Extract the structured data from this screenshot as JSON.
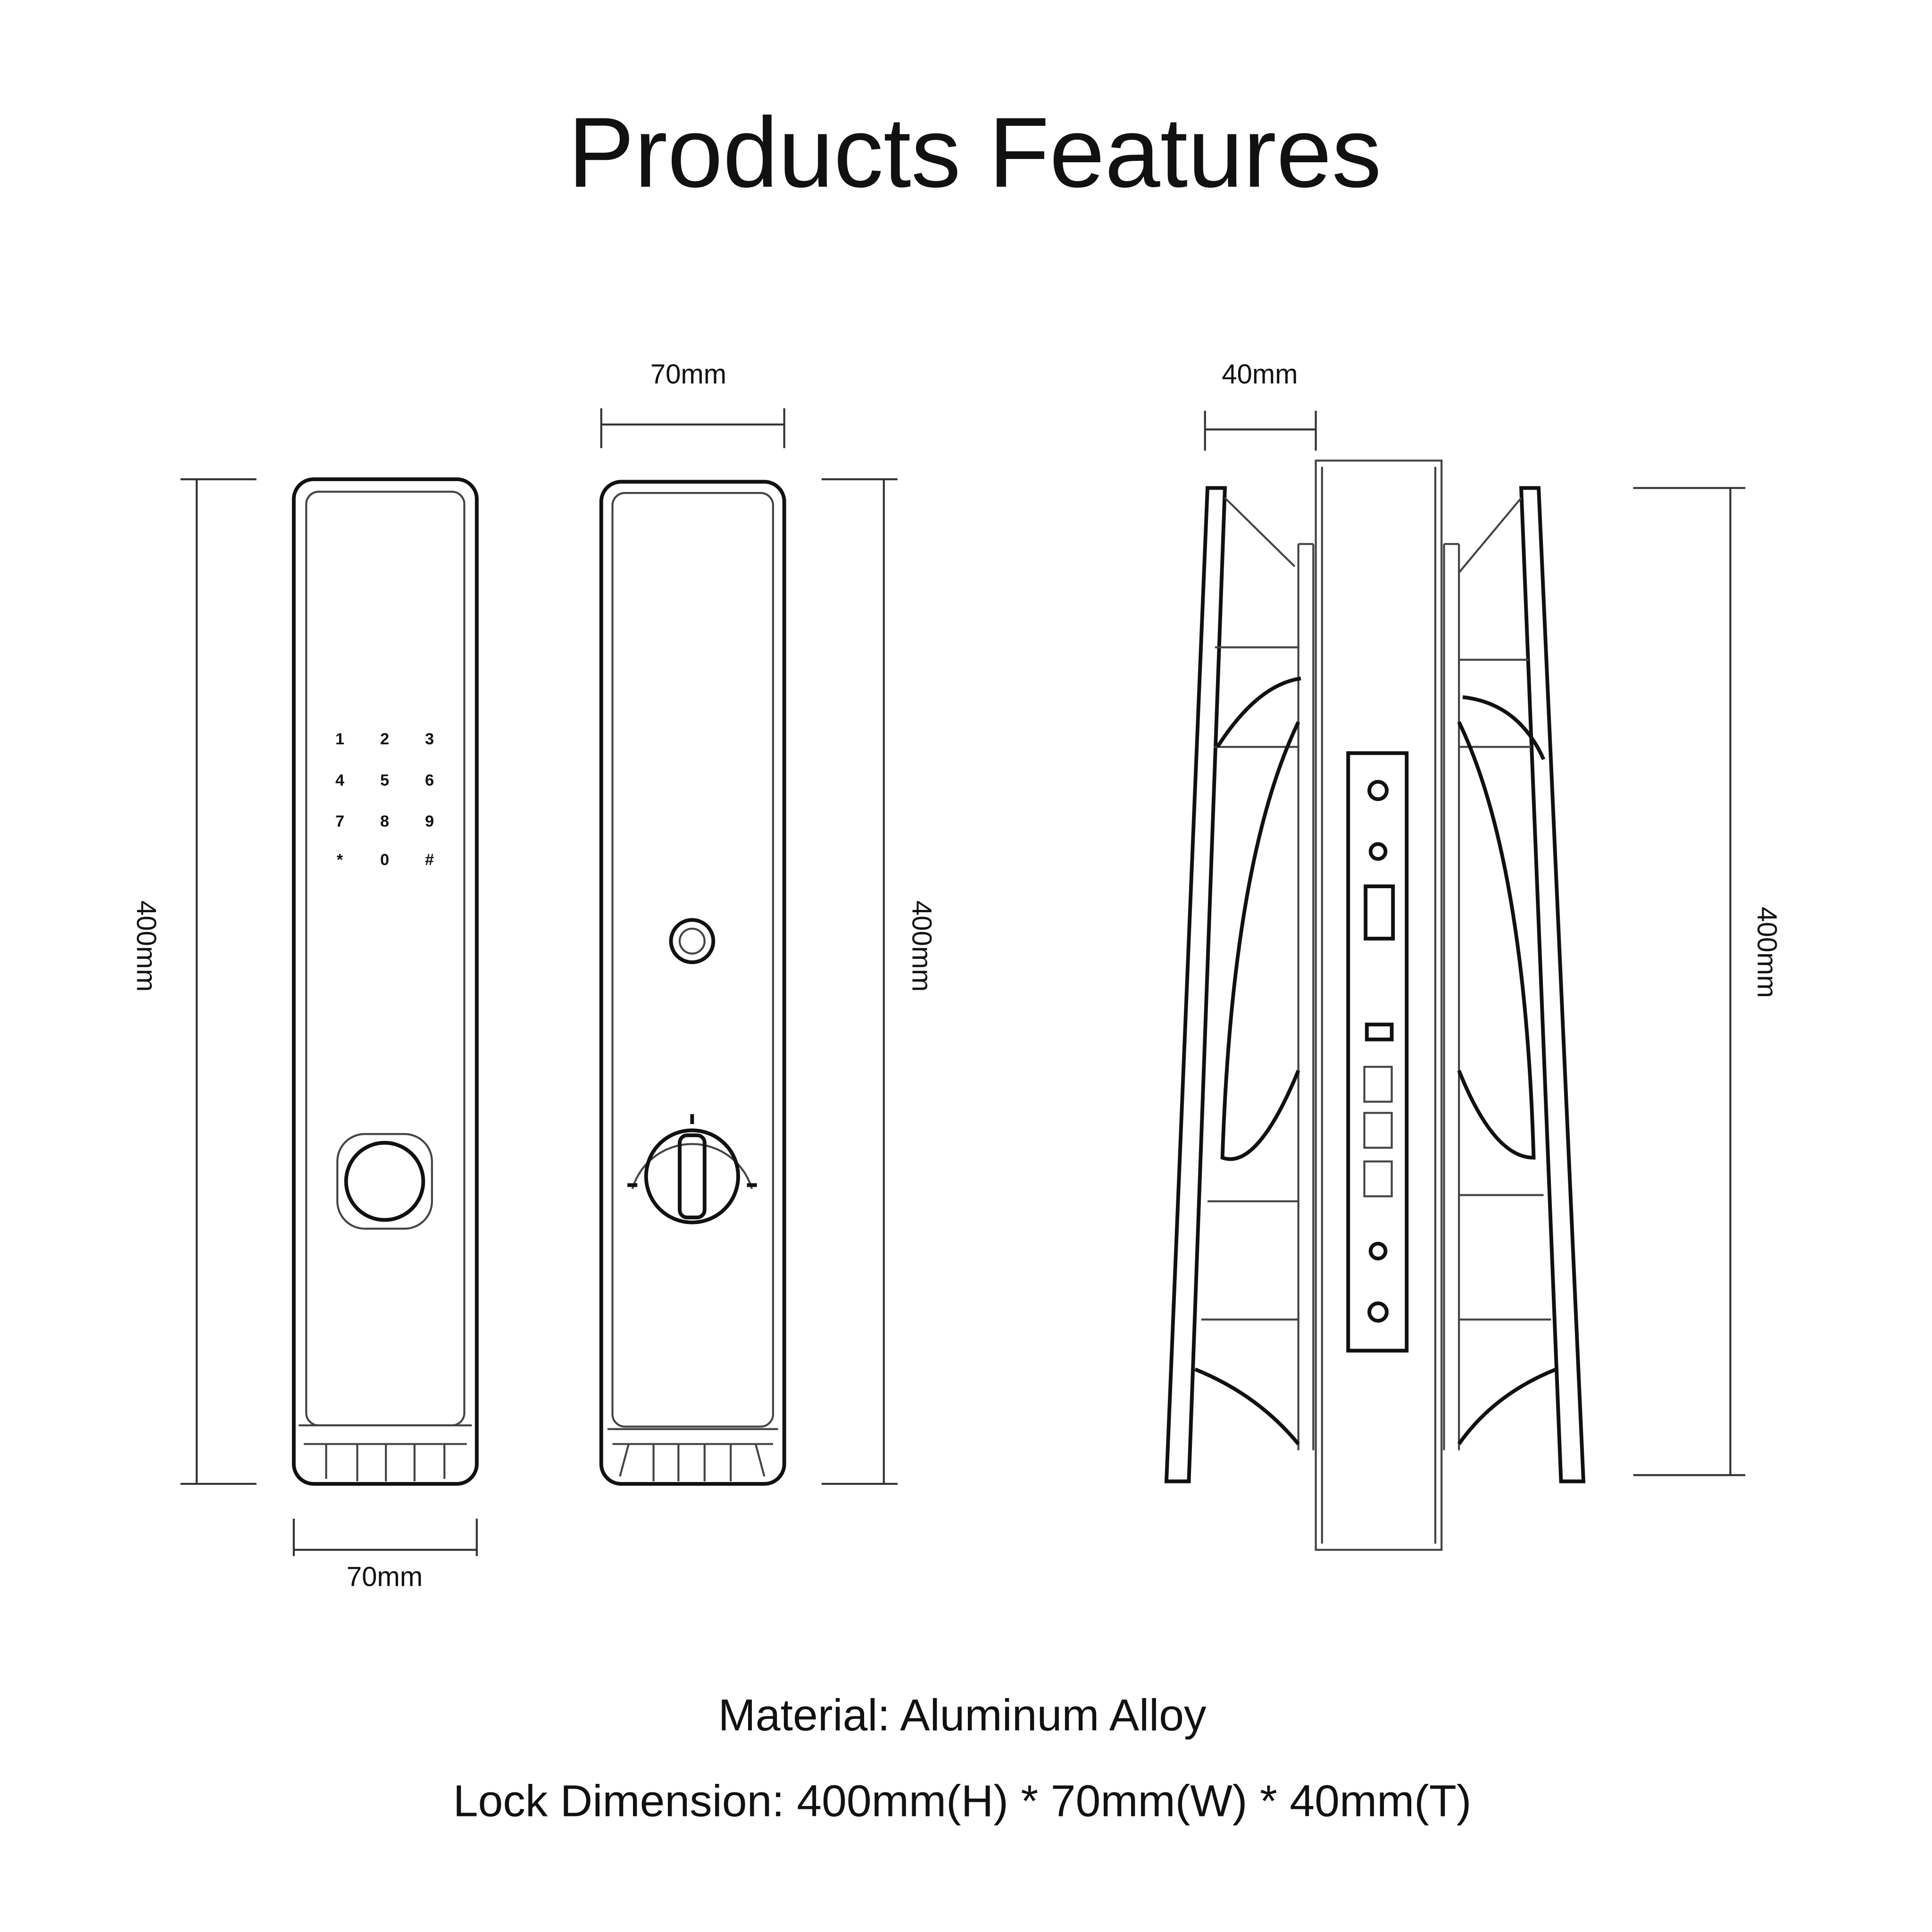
{
  "title": "Products Features",
  "front_view": {
    "height_label": "400mm",
    "width_label": "70mm",
    "keypad_keys": [
      "1",
      "2",
      "3",
      "4",
      "5",
      "6",
      "7",
      "8",
      "9",
      "*",
      "0",
      "#"
    ],
    "fingerprint_icon": "fingerprint-sensor"
  },
  "back_view": {
    "width_label": "70mm",
    "height_label": "400mm",
    "keyhole_icon": "keyhole",
    "thumbturn_icon": "thumb-turn-knob"
  },
  "side_view": {
    "thickness_label": "40mm",
    "height_label": "400mm"
  },
  "specs": {
    "material": "Material: Aluminum Alloy",
    "dimension": "Lock Dimension: 400mm(H) * 70mm(W) * 40mm(T)"
  }
}
